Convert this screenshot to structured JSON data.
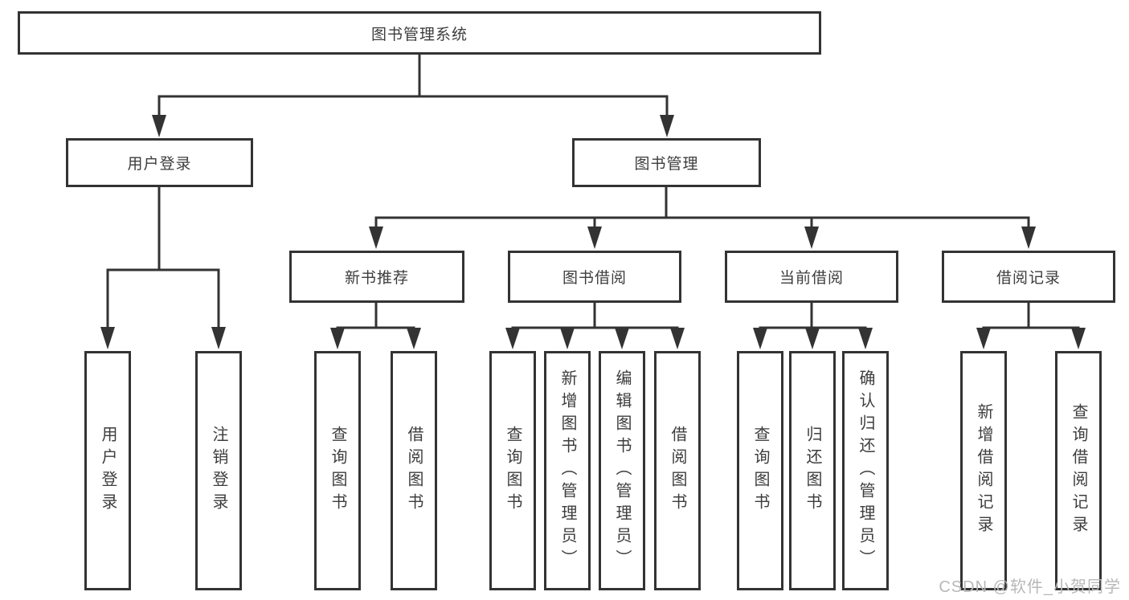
{
  "tree": {
    "label": "图书管理系统",
    "children": [
      {
        "label": "用户登录",
        "children": [
          {
            "label": "用户登录"
          },
          {
            "label": "注销登录"
          }
        ]
      },
      {
        "label": "图书管理",
        "children": [
          {
            "label": "新书推荐",
            "children": [
              {
                "label": "查询图书"
              },
              {
                "label": "借阅图书"
              }
            ]
          },
          {
            "label": "图书借阅",
            "children": [
              {
                "label": "查询图书"
              },
              {
                "label": "新增图书（管理员）"
              },
              {
                "label": "编辑图书（管理员）"
              },
              {
                "label": "借阅图书"
              }
            ]
          },
          {
            "label": "当前借阅",
            "children": [
              {
                "label": "查询图书"
              },
              {
                "label": "归还图书"
              },
              {
                "label": "确认归还（管理员）"
              }
            ]
          },
          {
            "label": "借阅记录",
            "children": [
              {
                "label": "新增借阅记录"
              },
              {
                "label": "查询借阅记录"
              }
            ]
          }
        ]
      }
    ]
  },
  "watermark": "CSDN @软件_小贺同学",
  "colors": {
    "line": "#333333",
    "text": "#3d3d3d",
    "watermark": "#b8b8b8",
    "background": "#ffffff"
  }
}
